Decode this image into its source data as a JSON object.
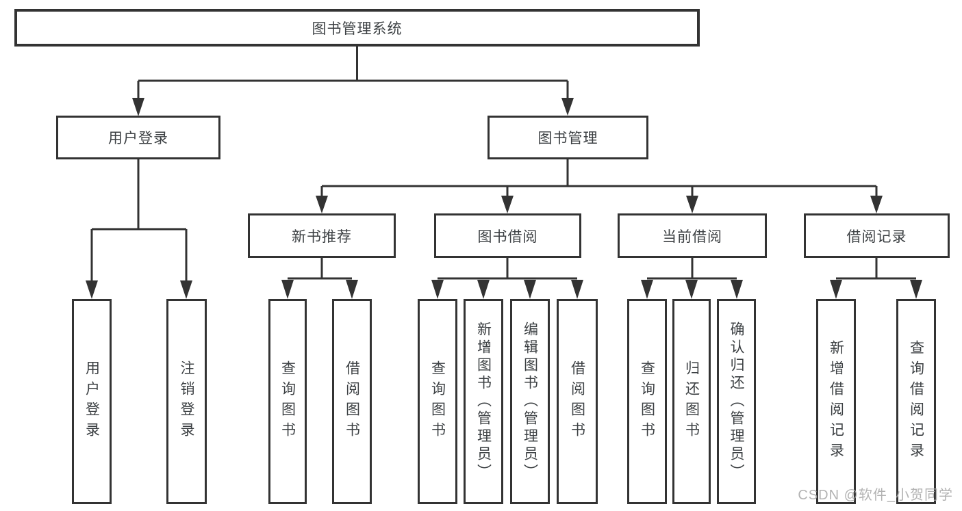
{
  "tree": {
    "root": {
      "label": "图书管理系统",
      "children": [
        {
          "label": "用户登录",
          "children": [
            {
              "label": "用户登录"
            },
            {
              "label": "注销登录"
            }
          ]
        },
        {
          "label": "图书管理",
          "children": [
            {
              "label": "新书推荐",
              "children": [
                {
                  "label": "查询图书"
                },
                {
                  "label": "借阅图书"
                }
              ]
            },
            {
              "label": "图书借阅",
              "children": [
                {
                  "label": "查询图书"
                },
                {
                  "label": "新增图书（管理员）"
                },
                {
                  "label": "编辑图书（管理员）"
                },
                {
                  "label": "借阅图书"
                }
              ]
            },
            {
              "label": "当前借阅",
              "children": [
                {
                  "label": "查询图书"
                },
                {
                  "label": "归还图书"
                },
                {
                  "label": "确认归还（管理员）"
                }
              ]
            },
            {
              "label": "借阅记录",
              "children": [
                {
                  "label": "新增借阅记录"
                },
                {
                  "label": "查询借阅记录"
                }
              ]
            }
          ]
        }
      ]
    }
  },
  "watermark": {
    "text": "CSDN @软件_小贺同学"
  },
  "colors": {
    "line": "#333333",
    "text": "#3c4043",
    "box_fill": "#ffffff",
    "background": "#ffffff",
    "watermark": "#aaaaaa"
  }
}
